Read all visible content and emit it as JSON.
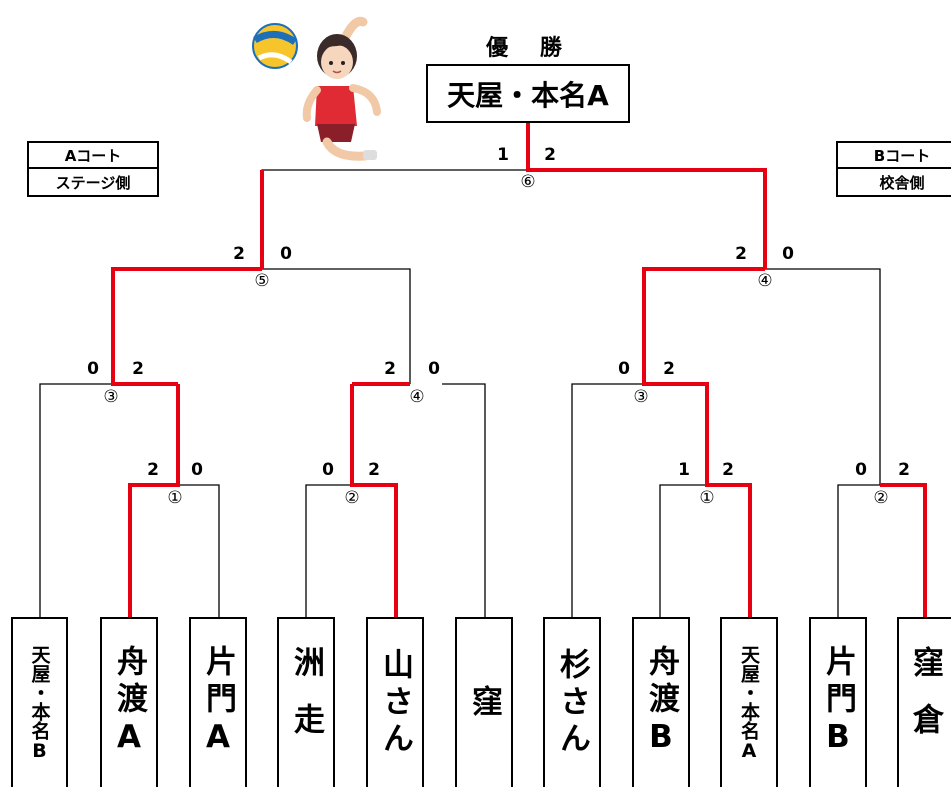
{
  "header": {
    "title": "優 勝",
    "winner": "天屋・本名A"
  },
  "court_a": {
    "label": "Aコート",
    "side": "ステージ側"
  },
  "court_b": {
    "label": "Bコート",
    "side": "校舎側"
  },
  "teams": [
    {
      "name": "天屋・本名B"
    },
    {
      "name": "舟渡A"
    },
    {
      "name": "片門A"
    },
    {
      "name": "洲走"
    },
    {
      "name": "山さん"
    },
    {
      "name": "窪"
    },
    {
      "name": "杉さん"
    },
    {
      "name": "舟渡B"
    },
    {
      "name": "天屋・本名A"
    },
    {
      "name": "片門B"
    },
    {
      "name": "窪倉"
    }
  ],
  "matches": {
    "final": {
      "label": "⑥",
      "score_left": "1",
      "score_right": "2"
    },
    "a5": {
      "label": "⑤",
      "score_left": "2",
      "score_right": "0"
    },
    "a3": {
      "label": "③",
      "score_left": "0",
      "score_right": "2"
    },
    "a4": {
      "label": "④",
      "score_left": "2",
      "score_right": "0"
    },
    "a1": {
      "label": "①",
      "score_left": "2",
      "score_right": "0"
    },
    "a2": {
      "label": "②",
      "score_left": "0",
      "score_right": "2"
    },
    "b4": {
      "label": "④",
      "score_left": "2",
      "score_right": "0"
    },
    "b3": {
      "label": "③",
      "score_left": "0",
      "score_right": "2"
    },
    "b1": {
      "label": "①",
      "score_left": "1",
      "score_right": "2"
    },
    "b2": {
      "label": "②",
      "score_left": "0",
      "score_right": "2"
    }
  },
  "colors": {
    "win_line": "#e60012",
    "line": "#000000"
  },
  "icons": {
    "player": "volleyball-player-illustration"
  }
}
